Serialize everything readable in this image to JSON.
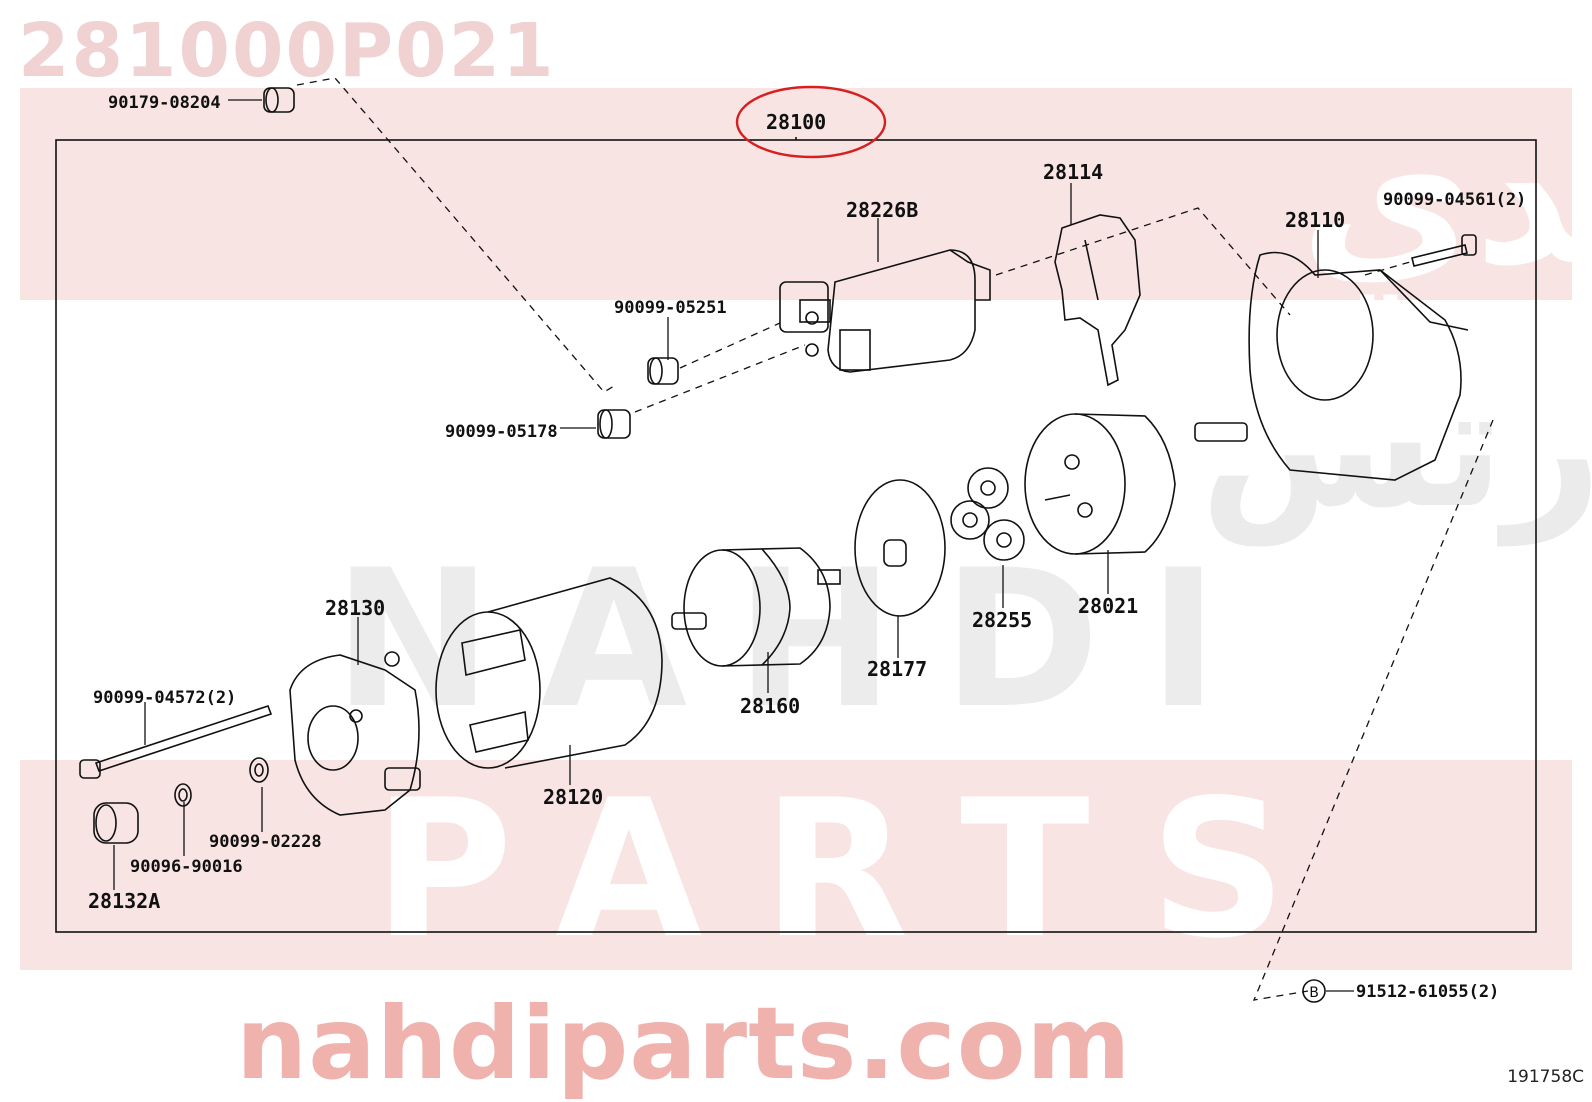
{
  "header": {
    "part_number": "281000P021"
  },
  "watermark": {
    "arabic_line1": "النهدي",
    "arabic_line2": "بارتس",
    "latin_line1": "NAHDI",
    "latin_line2": "PARTS",
    "url": "nahdiparts.com"
  },
  "diagram": {
    "assembly_label": "28100",
    "figure_code": "191758C",
    "callouts": {
      "p_90179_08204": "90179-08204",
      "p_28114": "28114",
      "p_28226B": "28226B",
      "p_90099_04561": "90099-04561(2)",
      "p_28110": "28110",
      "p_90099_05251": "90099-05251",
      "p_90099_05178": "90099-05178",
      "p_28255": "28255",
      "p_28021": "28021",
      "p_28130": "28130",
      "p_28177": "28177",
      "p_28160": "28160",
      "p_90099_04572": "90099-04572(2)",
      "p_28120": "28120",
      "p_90099_02228": "90099-02228",
      "p_90096_90016": "90096-90016",
      "p_28132A": "28132A",
      "p_91512_61055": "91512-61055(2)",
      "b_marker": "B"
    }
  },
  "colors": {
    "watermark_band": "#f7dada",
    "watermark_gray": "#e9e9e9",
    "highlight_ring": "#d62020",
    "line": "#111111"
  }
}
